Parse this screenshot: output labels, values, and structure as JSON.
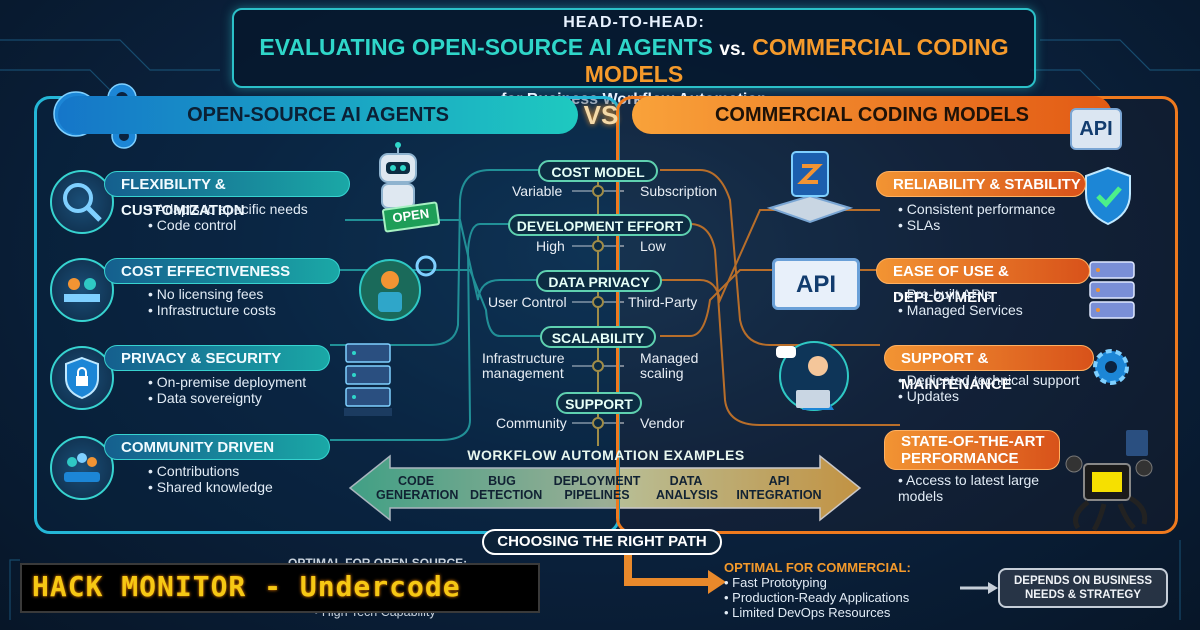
{
  "title": {
    "pre": "HEAD-TO-HEAD:",
    "part_a": "EVALUATING OPEN-SOURCE AI AGENTS",
    "vs": "vs.",
    "part_b": "COMMERCIAL CODING MODELS",
    "sub": "for Business Workflow Automation"
  },
  "left": {
    "header": "OPEN-SOURCE AI AGENTS",
    "open_tag": "OPEN",
    "features": [
      {
        "title": "FLEXIBILITY & CUSTOMIZATION",
        "bullets": [
          "Adapts to specific needs",
          "Code control"
        ]
      },
      {
        "title": "COST EFFECTIVENESS",
        "bullets": [
          "No licensing fees",
          "Infrastructure costs"
        ]
      },
      {
        "title": "PRIVACY & SECURITY",
        "bullets": [
          "On-premise deployment",
          "Data sovereignty"
        ]
      },
      {
        "title": "COMMUNITY DRIVEN",
        "bullets": [
          "Contributions",
          "Shared knowledge"
        ]
      }
    ],
    "optimal_title": "OPTIMAL FOR OPEN-SOURCE:",
    "optimal_items": [
      "High Tech Capability"
    ]
  },
  "vs_label": "VS",
  "right": {
    "header": "COMMERCIAL CODING MODELS",
    "api_badge": "API",
    "api_box": "API",
    "features": [
      {
        "title": "RELIABILITY & STABILITY",
        "bullets": [
          "Consistent performance",
          "SLAs"
        ]
      },
      {
        "title": "EASE OF USE & DEPLOYMENT",
        "bullets": [
          "Pre-built APIs",
          "Managed Services"
        ]
      },
      {
        "title": "SUPPORT & MAINTENANCE",
        "bullets": [
          "Dedicated technical support",
          "Updates"
        ]
      },
      {
        "title": "STATE-OF-THE-ART PERFORMANCE",
        "bullets": [
          "Access to latest large models"
        ]
      }
    ],
    "optimal_title": "OPTIMAL FOR COMMERCIAL:",
    "optimal_items": [
      "Fast Prototyping",
      "Production-Ready Applications",
      "Limited DevOps Resources"
    ]
  },
  "comparison": [
    {
      "label": "COST MODEL",
      "left": "Variable",
      "right": "Subscription"
    },
    {
      "label": "DEVELOPMENT EFFORT",
      "left": "High",
      "right": "Low"
    },
    {
      "label": "DATA PRIVACY",
      "left": "User Control",
      "right": "Third-Party"
    },
    {
      "label": "SCALABILITY",
      "left": "Infrastructure management",
      "right": "Managed scaling"
    },
    {
      "label": "SUPPORT",
      "left": "Community",
      "right": "Vendor"
    }
  ],
  "workflow": {
    "title": "WORKFLOW AUTOMATION EXAMPLES",
    "items": [
      "CODE GENERATION",
      "BUG DETECTION",
      "DEPLOYMENT PIPELINES",
      "DATA ANALYSIS",
      "API INTEGRATION"
    ]
  },
  "choose_label": "CHOOSING THE RIGHT PATH",
  "depends_label": "DEPENDS ON BUSINESS NEEDS & STRATEGY",
  "watermark": "HACK MONITOR - Undercode",
  "colors": {
    "teal": "#2fd6c9",
    "orange": "#f59a2b",
    "background": "#0b2340"
  }
}
